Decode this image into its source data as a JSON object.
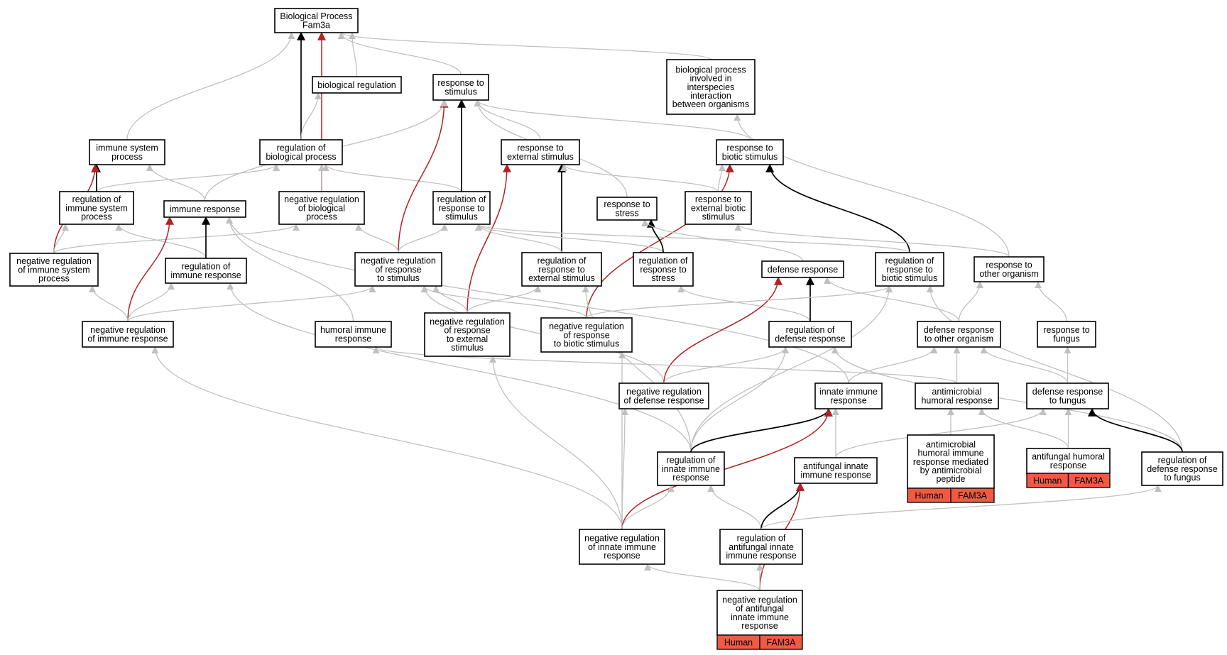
{
  "colors": {
    "gray_edge": "#c0c0c0",
    "black_edge": "#000000",
    "red_edge": "#b22222",
    "tag_fill": "#f05a45",
    "node_border": "#000000"
  },
  "nodes": {
    "root": [
      "Biological Process",
      "Fam3a"
    ],
    "bioreg": [
      "biological regulation"
    ],
    "resp_stim": [
      "response to",
      "stimulus"
    ],
    "bp_interspecies": [
      "biological process",
      "involved in",
      "interspecies",
      "interaction",
      "between organisms"
    ],
    "imm_sys": [
      "immune system",
      "process"
    ],
    "reg_bp": [
      "regulation of",
      "biological process"
    ],
    "resp_ext": [
      "response to",
      "external stimulus"
    ],
    "resp_biotic": [
      "response to",
      "biotic stimulus"
    ],
    "reg_imm_sys": [
      "regulation of",
      "immune system",
      "process"
    ],
    "imm_resp": [
      "immune response"
    ],
    "neg_reg_bp": [
      "negative regulation",
      "of biological",
      "process"
    ],
    "reg_resp_stim": [
      "regulation of",
      "response to",
      "stimulus"
    ],
    "resp_stress": [
      "response to",
      "stress"
    ],
    "resp_ext_biotic": [
      "response to",
      "external biotic",
      "stimulus"
    ],
    "neg_reg_imm_sys": [
      "negative regulation",
      "of immune system",
      "process"
    ],
    "reg_imm_resp": [
      "regulation of",
      "immune response"
    ],
    "neg_reg_resp_stim": [
      "negative regulation",
      "of response",
      "to stimulus"
    ],
    "reg_resp_ext": [
      "regulation of",
      "response to",
      "external stimulus"
    ],
    "reg_resp_stress": [
      "regulation of",
      "response to",
      "stress"
    ],
    "def_resp": [
      "defense response"
    ],
    "reg_resp_biotic": [
      "regulation of",
      "response to",
      "biotic stimulus"
    ],
    "resp_other_org": [
      "response to",
      "other organism"
    ],
    "neg_reg_imm_resp": [
      "negative regulation",
      "of immune response"
    ],
    "humoral": [
      "humoral immune",
      "response"
    ],
    "neg_reg_resp_ext": [
      "negative regulation",
      "of response",
      "to external",
      "stimulus"
    ],
    "neg_reg_resp_biotic": [
      "negative regulation",
      "of response",
      "to biotic stimulus"
    ],
    "reg_def": [
      "regulation of",
      "defense response"
    ],
    "def_other_org": [
      "defense response",
      "to other organism"
    ],
    "resp_fungus": [
      "response to",
      "fungus"
    ],
    "neg_reg_def": [
      "negative regulation",
      "of defense response"
    ],
    "innate": [
      "innate immune",
      "response"
    ],
    "antimic_hum": [
      "antimicrobial",
      "humoral response"
    ],
    "def_fungus": [
      "defense response",
      "to fungus"
    ],
    "antimic_pep": [
      "antimicrobial",
      "humoral immune",
      "response mediated",
      "by antimicrobial",
      "peptide"
    ],
    "antifungal_hum": [
      "antifungal humoral",
      "response"
    ],
    "reg_innate": [
      "regulation of",
      "innate immune",
      "response"
    ],
    "antifungal_innate": [
      "antifungal innate",
      "immune response"
    ],
    "reg_def_fungus": [
      "regulation of",
      "defense response",
      "to fungus"
    ],
    "neg_reg_innate": [
      "negative regulation",
      "of innate immune",
      "response"
    ],
    "reg_antifungal_innate": [
      "regulation of",
      "antifungal innate",
      "immune response"
    ],
    "neg_reg_antifungal_innate": [
      "negative regulation",
      "of antifungal",
      "innate immune",
      "response"
    ]
  },
  "annotations": {
    "antimic_pep": [
      "Human",
      "FAM3A"
    ],
    "antifungal_hum": [
      "Human",
      "FAM3A"
    ],
    "neg_reg_antifungal_innate": [
      "Human",
      "FAM3A"
    ]
  },
  "edges": [
    {
      "from": "bioreg",
      "to": "root",
      "color": "gray"
    },
    {
      "from": "reg_bp",
      "to": "root",
      "color": "black"
    },
    {
      "from": "neg_reg_bp",
      "to": "root",
      "color": "red"
    },
    {
      "from": "imm_sys",
      "to": "root",
      "color": "gray"
    },
    {
      "from": "resp_stim",
      "to": "root",
      "color": "gray"
    },
    {
      "from": "bp_interspecies",
      "to": "root",
      "color": "gray"
    },
    {
      "from": "reg_bp",
      "to": "bioreg",
      "color": "gray"
    },
    {
      "from": "neg_reg_bp",
      "to": "reg_bp",
      "color": "gray"
    },
    {
      "from": "reg_imm_sys",
      "to": "reg_bp",
      "color": "gray"
    },
    {
      "from": "reg_resp_stim",
      "to": "reg_bp",
      "color": "gray"
    },
    {
      "from": "reg_imm_sys",
      "to": "imm_sys",
      "color": "black"
    },
    {
      "from": "imm_resp",
      "to": "imm_sys",
      "color": "gray"
    },
    {
      "from": "neg_reg_imm_sys",
      "to": "imm_sys",
      "color": "red"
    },
    {
      "from": "reg_resp_stim",
      "to": "resp_stim",
      "color": "black"
    },
    {
      "from": "neg_reg_resp_stim",
      "to": "resp_stim",
      "color": "red"
    },
    {
      "from": "resp_ext",
      "to": "resp_stim",
      "color": "gray"
    },
    {
      "from": "resp_biotic",
      "to": "resp_stim",
      "color": "gray"
    },
    {
      "from": "resp_stress",
      "to": "resp_stim",
      "color": "gray"
    },
    {
      "from": "imm_resp",
      "to": "resp_stim",
      "color": "gray"
    },
    {
      "from": "reg_resp_ext",
      "to": "resp_ext",
      "color": "black"
    },
    {
      "from": "neg_reg_resp_ext",
      "to": "resp_ext",
      "color": "red"
    },
    {
      "from": "resp_ext_biotic",
      "to": "resp_ext",
      "color": "gray"
    },
    {
      "from": "resp_ext_biotic",
      "to": "resp_biotic",
      "color": "gray"
    },
    {
      "from": "reg_resp_biotic",
      "to": "resp_biotic",
      "color": "black"
    },
    {
      "from": "neg_reg_resp_biotic",
      "to": "resp_biotic",
      "color": "red"
    },
    {
      "from": "resp_other_org",
      "to": "bp_interspecies",
      "color": "gray"
    },
    {
      "from": "resp_other_org",
      "to": "resp_ext_biotic",
      "color": "gray"
    },
    {
      "from": "neg_reg_imm_sys",
      "to": "reg_imm_sys",
      "color": "gray"
    },
    {
      "from": "reg_imm_resp",
      "to": "reg_imm_sys",
      "color": "gray"
    },
    {
      "from": "neg_reg_imm_sys",
      "to": "neg_reg_bp",
      "color": "gray"
    },
    {
      "from": "neg_reg_resp_stim",
      "to": "neg_reg_bp",
      "color": "gray"
    },
    {
      "from": "neg_reg_resp_stim",
      "to": "reg_resp_stim",
      "color": "gray"
    },
    {
      "from": "reg_resp_ext",
      "to": "reg_resp_stim",
      "color": "gray"
    },
    {
      "from": "reg_resp_stress",
      "to": "reg_resp_stim",
      "color": "gray"
    },
    {
      "from": "reg_resp_biotic",
      "to": "reg_resp_stim",
      "color": "gray"
    },
    {
      "from": "reg_imm_resp",
      "to": "imm_resp",
      "color": "black"
    },
    {
      "from": "neg_reg_imm_resp",
      "to": "imm_resp",
      "color": "red"
    },
    {
      "from": "humoral",
      "to": "imm_resp",
      "color": "gray"
    },
    {
      "from": "innate",
      "to": "imm_resp",
      "color": "gray"
    },
    {
      "from": "reg_resp_stress",
      "to": "resp_stress",
      "color": "black"
    },
    {
      "from": "def_resp",
      "to": "resp_stress",
      "color": "gray"
    },
    {
      "from": "neg_reg_imm_resp",
      "to": "neg_reg_imm_sys",
      "color": "gray"
    },
    {
      "from": "neg_reg_imm_resp",
      "to": "reg_imm_resp",
      "color": "gray"
    },
    {
      "from": "neg_reg_imm_resp",
      "to": "neg_reg_resp_stim",
      "color": "gray"
    },
    {
      "from": "reg_innate",
      "to": "reg_imm_resp",
      "color": "gray"
    },
    {
      "from": "neg_reg_resp_ext",
      "to": "neg_reg_resp_stim",
      "color": "gray"
    },
    {
      "from": "neg_reg_resp_biotic",
      "to": "neg_reg_resp_stim",
      "color": "gray"
    },
    {
      "from": "neg_reg_def",
      "to": "neg_reg_resp_stim",
      "color": "gray"
    },
    {
      "from": "neg_reg_resp_ext",
      "to": "reg_resp_ext",
      "color": "gray"
    },
    {
      "from": "reg_innate",
      "to": "reg_resp_ext",
      "color": "gray"
    },
    {
      "from": "reg_def",
      "to": "reg_resp_stress",
      "color": "gray"
    },
    {
      "from": "reg_def",
      "to": "def_resp",
      "color": "black"
    },
    {
      "from": "neg_reg_def",
      "to": "def_resp",
      "color": "red"
    },
    {
      "from": "def_other_org",
      "to": "def_resp",
      "color": "gray"
    },
    {
      "from": "neg_reg_resp_biotic",
      "to": "reg_resp_biotic",
      "color": "gray"
    },
    {
      "from": "reg_innate",
      "to": "reg_resp_biotic",
      "color": "gray"
    },
    {
      "from": "reg_def_fungus",
      "to": "reg_resp_biotic",
      "color": "gray"
    },
    {
      "from": "def_other_org",
      "to": "resp_other_org",
      "color": "gray"
    },
    {
      "from": "resp_fungus",
      "to": "resp_other_org",
      "color": "gray"
    },
    {
      "from": "antimic_hum",
      "to": "humoral",
      "color": "gray"
    },
    {
      "from": "neg_reg_innate",
      "to": "neg_reg_resp_ext",
      "color": "gray"
    },
    {
      "from": "neg_reg_innate",
      "to": "neg_reg_resp_biotic",
      "color": "gray"
    },
    {
      "from": "neg_reg_innate",
      "to": "neg_reg_imm_resp",
      "color": "gray"
    },
    {
      "from": "neg_reg_def",
      "to": "reg_def",
      "color": "gray"
    },
    {
      "from": "reg_innate",
      "to": "reg_def",
      "color": "gray"
    },
    {
      "from": "reg_def_fungus",
      "to": "reg_def",
      "color": "gray"
    },
    {
      "from": "innate",
      "to": "def_other_org",
      "color": "gray"
    },
    {
      "from": "antimic_hum",
      "to": "def_other_org",
      "color": "gray"
    },
    {
      "from": "def_fungus",
      "to": "def_other_org",
      "color": "gray"
    },
    {
      "from": "def_fungus",
      "to": "resp_fungus",
      "color": "gray"
    },
    {
      "from": "neg_reg_innate",
      "to": "neg_reg_def",
      "color": "gray"
    },
    {
      "from": "reg_innate",
      "to": "innate",
      "color": "black"
    },
    {
      "from": "neg_reg_innate",
      "to": "innate",
      "color": "red"
    },
    {
      "from": "antifungal_innate",
      "to": "innate",
      "color": "gray"
    },
    {
      "from": "antimic_pep",
      "to": "antimic_hum",
      "color": "gray"
    },
    {
      "from": "antifungal_hum",
      "to": "antimic_hum",
      "color": "gray"
    },
    {
      "from": "antifungal_hum",
      "to": "def_fungus",
      "color": "gray"
    },
    {
      "from": "antifungal_innate",
      "to": "def_fungus",
      "color": "gray"
    },
    {
      "from": "reg_def_fungus",
      "to": "def_fungus",
      "color": "black"
    },
    {
      "from": "neg_reg_innate",
      "to": "reg_innate",
      "color": "gray"
    },
    {
      "from": "reg_antifungal_innate",
      "to": "reg_innate",
      "color": "gray"
    },
    {
      "from": "reg_antifungal_innate",
      "to": "antifungal_innate",
      "color": "black"
    },
    {
      "from": "neg_reg_antifungal_innate",
      "to": "antifungal_innate",
      "color": "red"
    },
    {
      "from": "reg_antifungal_innate",
      "to": "reg_def_fungus",
      "color": "gray"
    },
    {
      "from": "neg_reg_antifungal_innate",
      "to": "reg_antifungal_innate",
      "color": "gray"
    },
    {
      "from": "neg_reg_antifungal_innate",
      "to": "neg_reg_innate",
      "color": "gray"
    }
  ]
}
